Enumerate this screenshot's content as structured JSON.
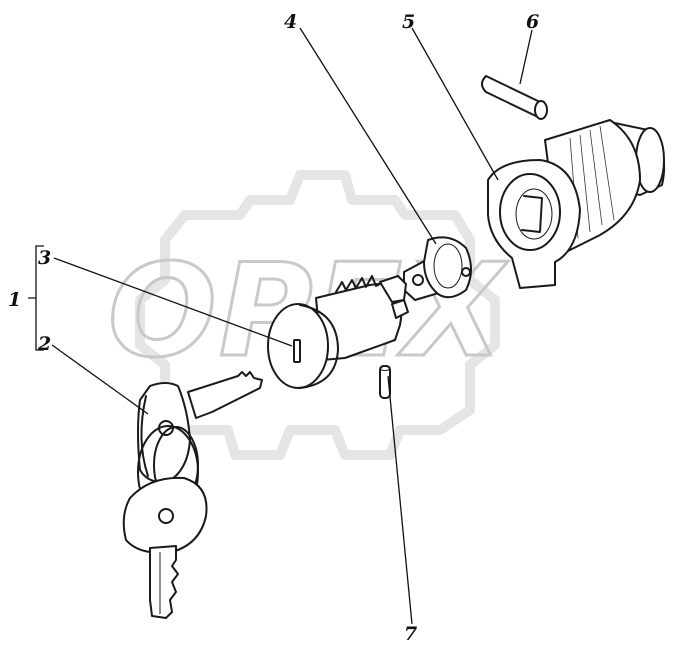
{
  "diagram": {
    "watermark": {
      "text": "OPEX"
    },
    "callouts": [
      {
        "id": "1",
        "label": "1"
      },
      {
        "id": "2",
        "label": "2"
      },
      {
        "id": "3",
        "label": "3"
      },
      {
        "id": "4",
        "label": "4"
      },
      {
        "id": "5",
        "label": "5"
      },
      {
        "id": "6",
        "label": "6"
      },
      {
        "id": "7",
        "label": "7"
      }
    ],
    "parts": [
      {
        "name": "key-pair",
        "callout": "2"
      },
      {
        "name": "lock-cylinder",
        "callout": "3"
      },
      {
        "name": "cam-driver",
        "callout": "4"
      },
      {
        "name": "lock-housing",
        "callout": "5"
      },
      {
        "name": "upper-pin",
        "callout": "6"
      },
      {
        "name": "lower-pin",
        "callout": "7"
      }
    ]
  }
}
